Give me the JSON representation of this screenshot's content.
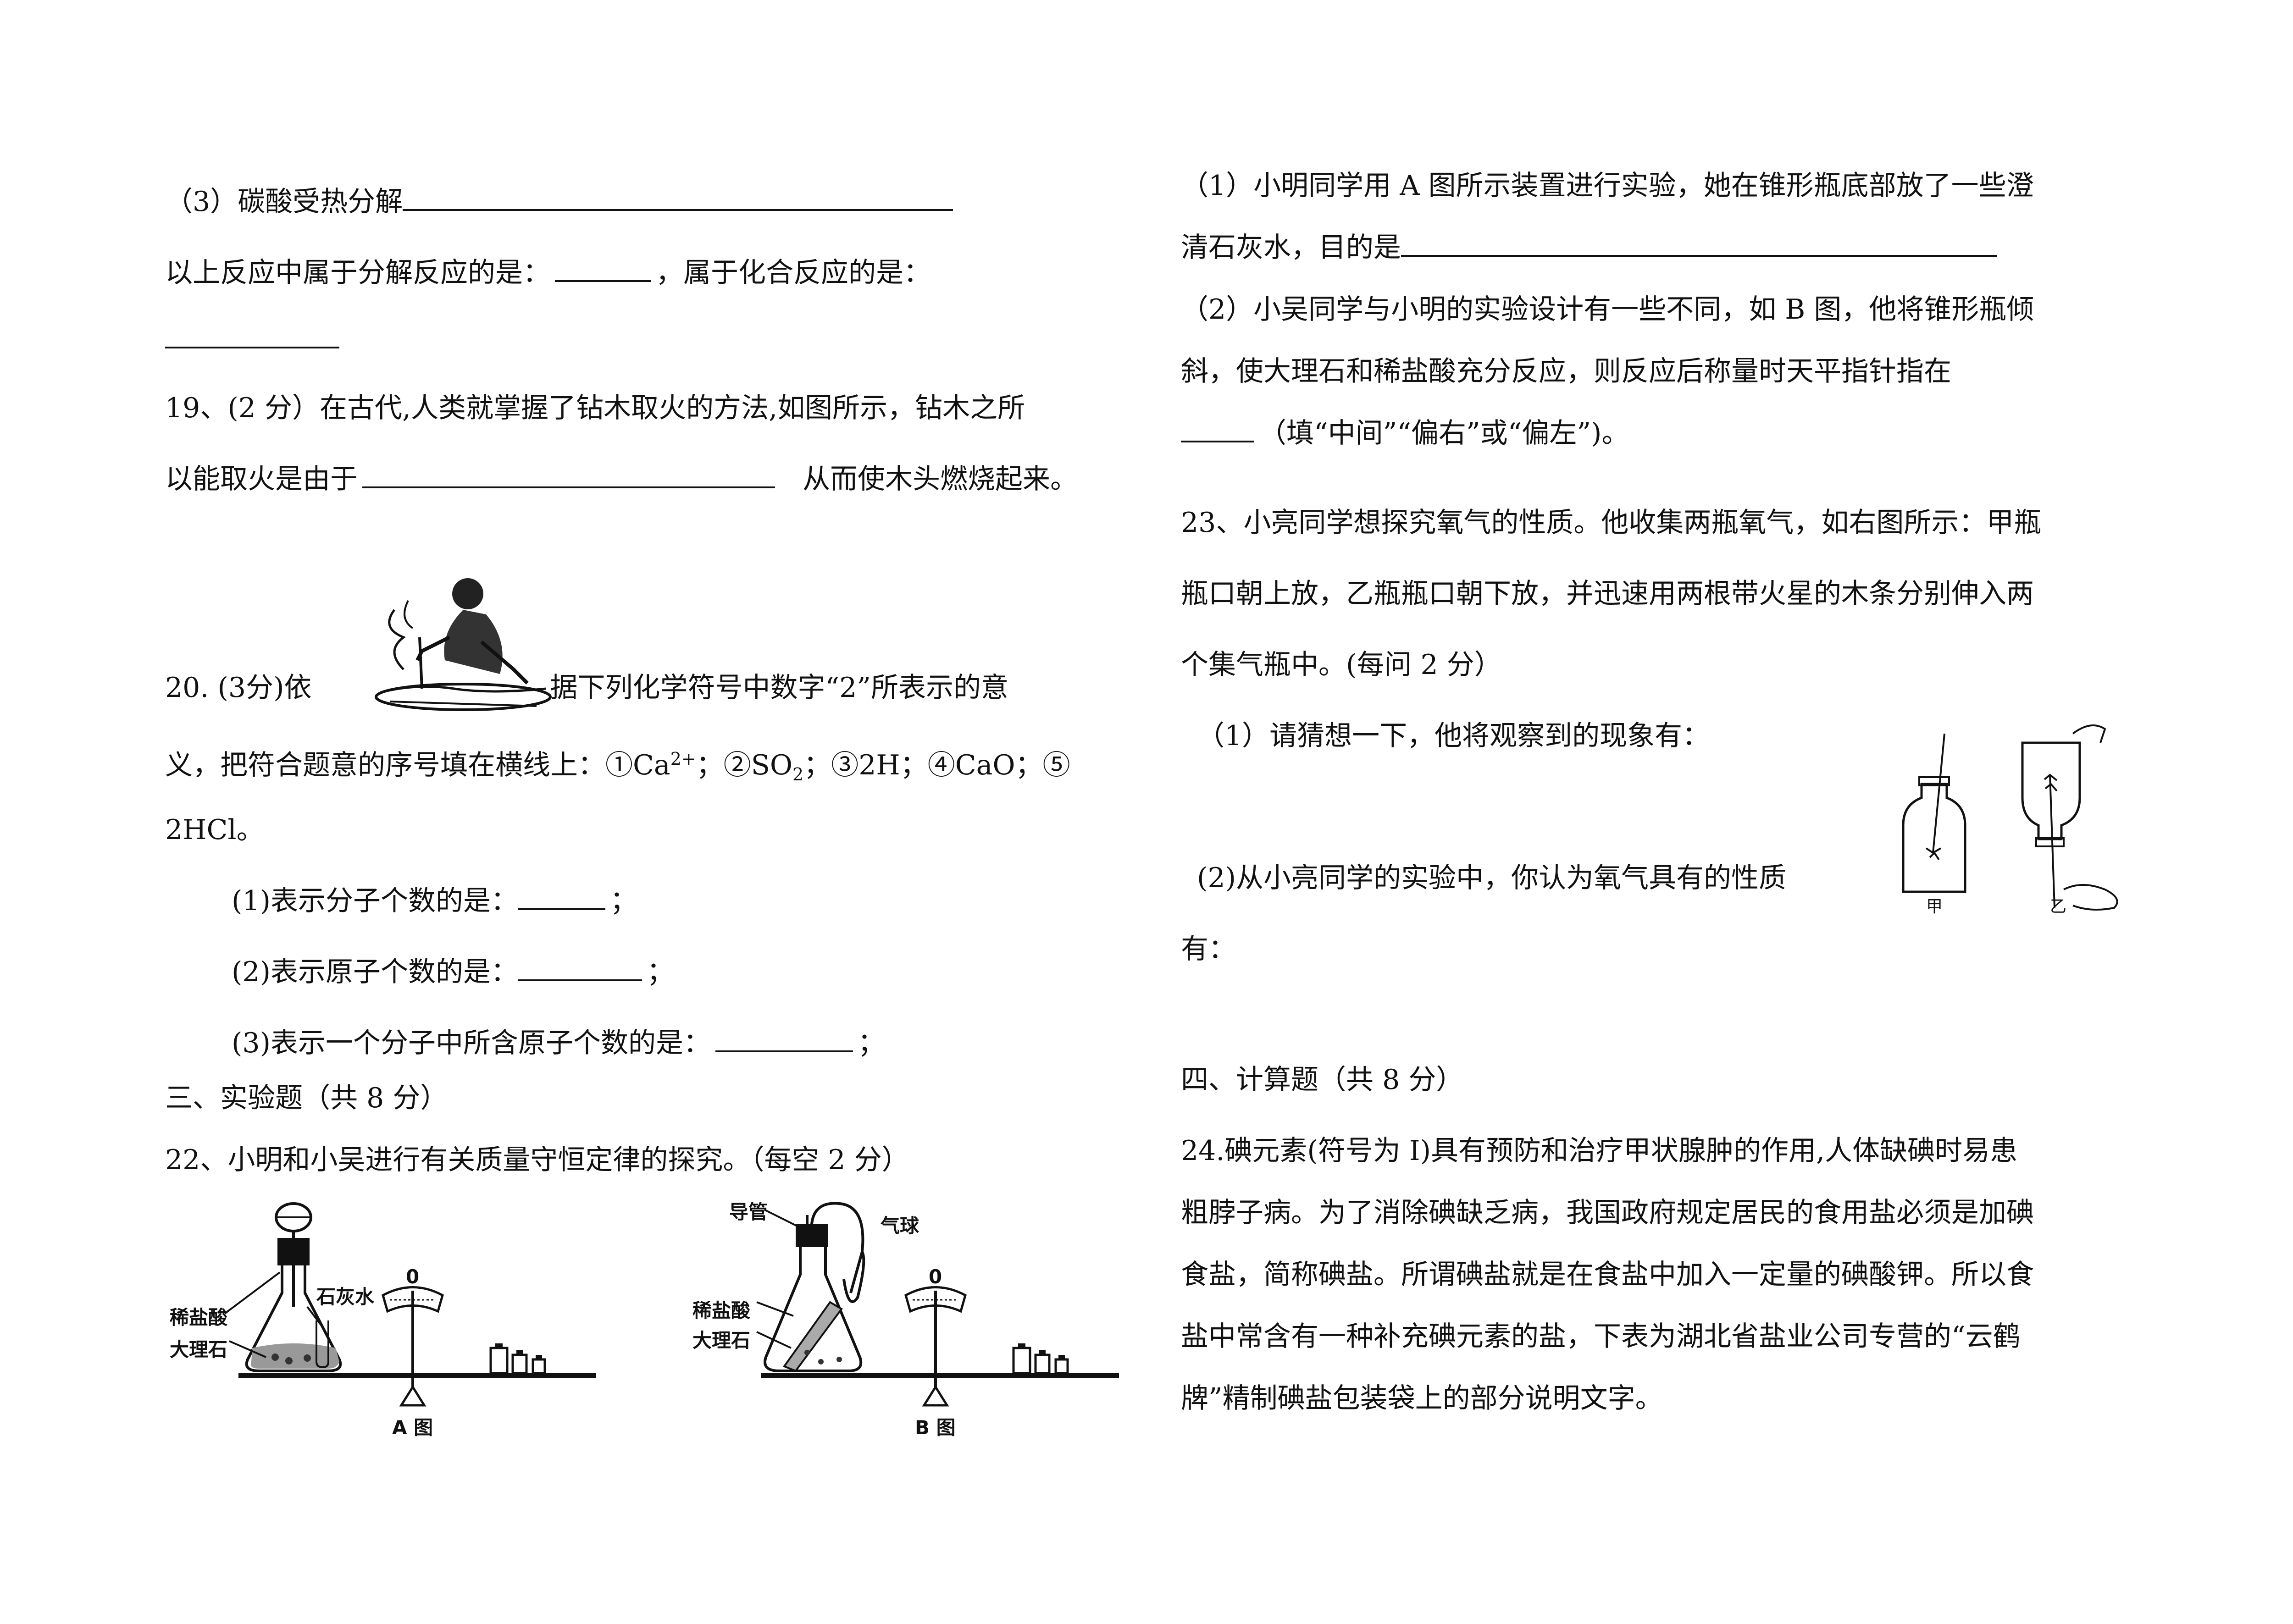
{
  "left": {
    "q18_3_label": "（3）碳酸受热分解",
    "q18_summary_a": "以上反应中属于分解反应的是：",
    "q18_summary_b": "，属于化合反应的是：",
    "q19_line1": "19、(2 分）在古代,人类就掌握了钻木取火的方法,如图所示，钻木之所",
    "q19_line2_a": "以能取火是由于",
    "q19_line2_b": "从而使木头燃烧起来。",
    "q20_line1_a": "20. (3分)依",
    "q20_line1_b": "据下列化学符号中数字“2”所表示的意",
    "q20_line2_a": "义，把符合题意的序号填在横线上：①Ca",
    "q20_line2_sup": "2+",
    "q20_line2_b": "；②SO",
    "q20_line2_sub": "2",
    "q20_line2_c": "；③2H；④CaO；⑤",
    "q20_line3": "2HCl。",
    "q20_s1": "(1)表示分子个数的是：",
    "q20_s2": "(2)表示原子个数的是：",
    "q20_s3": "(3)表示一个分子中所含原子个数的是：",
    "semicolon": "；",
    "section3": "三、实验题（共 8 分）",
    "q22": "22、小明和小吴进行有关质量守恒定律的探究。（每空 2 分）",
    "figA": {
      "acid": "稀盐酸",
      "stone": "大理石",
      "limewater": "石灰水",
      "zero": "0",
      "caption": "A 图"
    },
    "figB": {
      "tube": "导管",
      "balloon": "气球",
      "acid": "稀盐酸",
      "stone": "大理石",
      "zero": "0",
      "caption": "B 图"
    }
  },
  "right": {
    "q22_1_line1": "（1）小明同学用 A 图所示装置进行实验，她在锥形瓶底部放了一些澄",
    "q22_1_line2": "清石灰水，目的是",
    "q22_2_line1": "（2）小吴同学与小明的实验设计有一些不同，如 B 图，他将锥形瓶倾",
    "q22_2_line2": "斜，使大理石和稀盐酸充分反应，则反应后称量时天平指针指在",
    "q22_2_line3": "（填“中间”“偏右”或“偏左”)。",
    "q23_line1": "23、小亮同学想探究氧气的性质。他收集两瓶氧气，如右图所示：甲瓶",
    "q23_line2": "瓶口朝上放，乙瓶瓶口朝下放，并迅速用两根带火星的木条分别伸入两",
    "q23_line3": "个集气瓶中。(每问 2 分）",
    "q23_1": "（1）请猜想一下，他将观察到的现象有：",
    "q23_2_line1": "(2)从小亮同学的实验中，你认为氧气具有的性质",
    "q23_2_line2": "有：",
    "jar_jia": "甲",
    "jar_yi": "乙",
    "section4": "四、计算题（共 8 分）",
    "q24_line1": "24.碘元素(符号为 I)具有预防和治疗甲状腺肿的作用,人体缺碘时易患",
    "q24_line2": "粗脖子病。为了消除碘缺乏病，我国政府规定居民的食用盐必须是加碘",
    "q24_line3": "食盐，简称碘盐。所谓碘盐就是在食盐中加入一定量的碘酸钾。所以食",
    "q24_line4": "盐中常含有一种补充碘元素的盐，下表为湖北省盐业公司专营的“云鹤",
    "q24_line5": "牌”精制碘盐包装袋上的部分说明文字。"
  }
}
